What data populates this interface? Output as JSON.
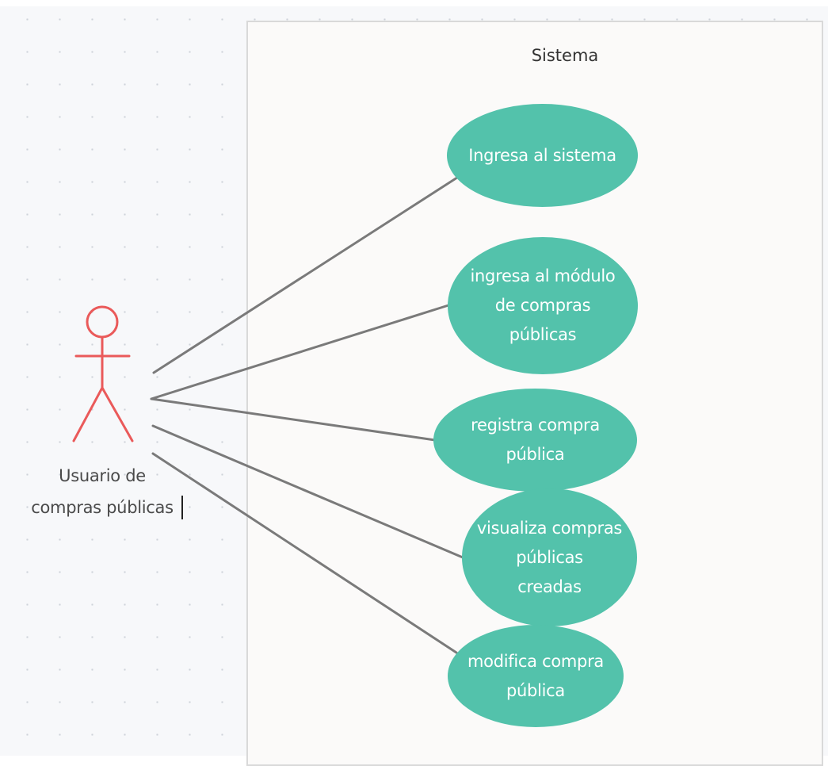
{
  "system": {
    "title": "Sistema"
  },
  "actor": {
    "label": "Usuario de\ncompras públicas",
    "color": "#ea5a5a"
  },
  "use_cases": [
    {
      "label": "Ingresa al sistema"
    },
    {
      "label": "ingresa al módulo\nde compras\npúblicas"
    },
    {
      "label": "registra compra\npública"
    },
    {
      "label": "visualiza compras\npúblicas\ncreadas"
    },
    {
      "label": "modifica compra\npública"
    }
  ],
  "colors": {
    "use_case_fill": "#53c2ab",
    "use_case_text": "#ffffff",
    "association_line": "#7a7a7a",
    "system_border": "#d9d9d9"
  }
}
